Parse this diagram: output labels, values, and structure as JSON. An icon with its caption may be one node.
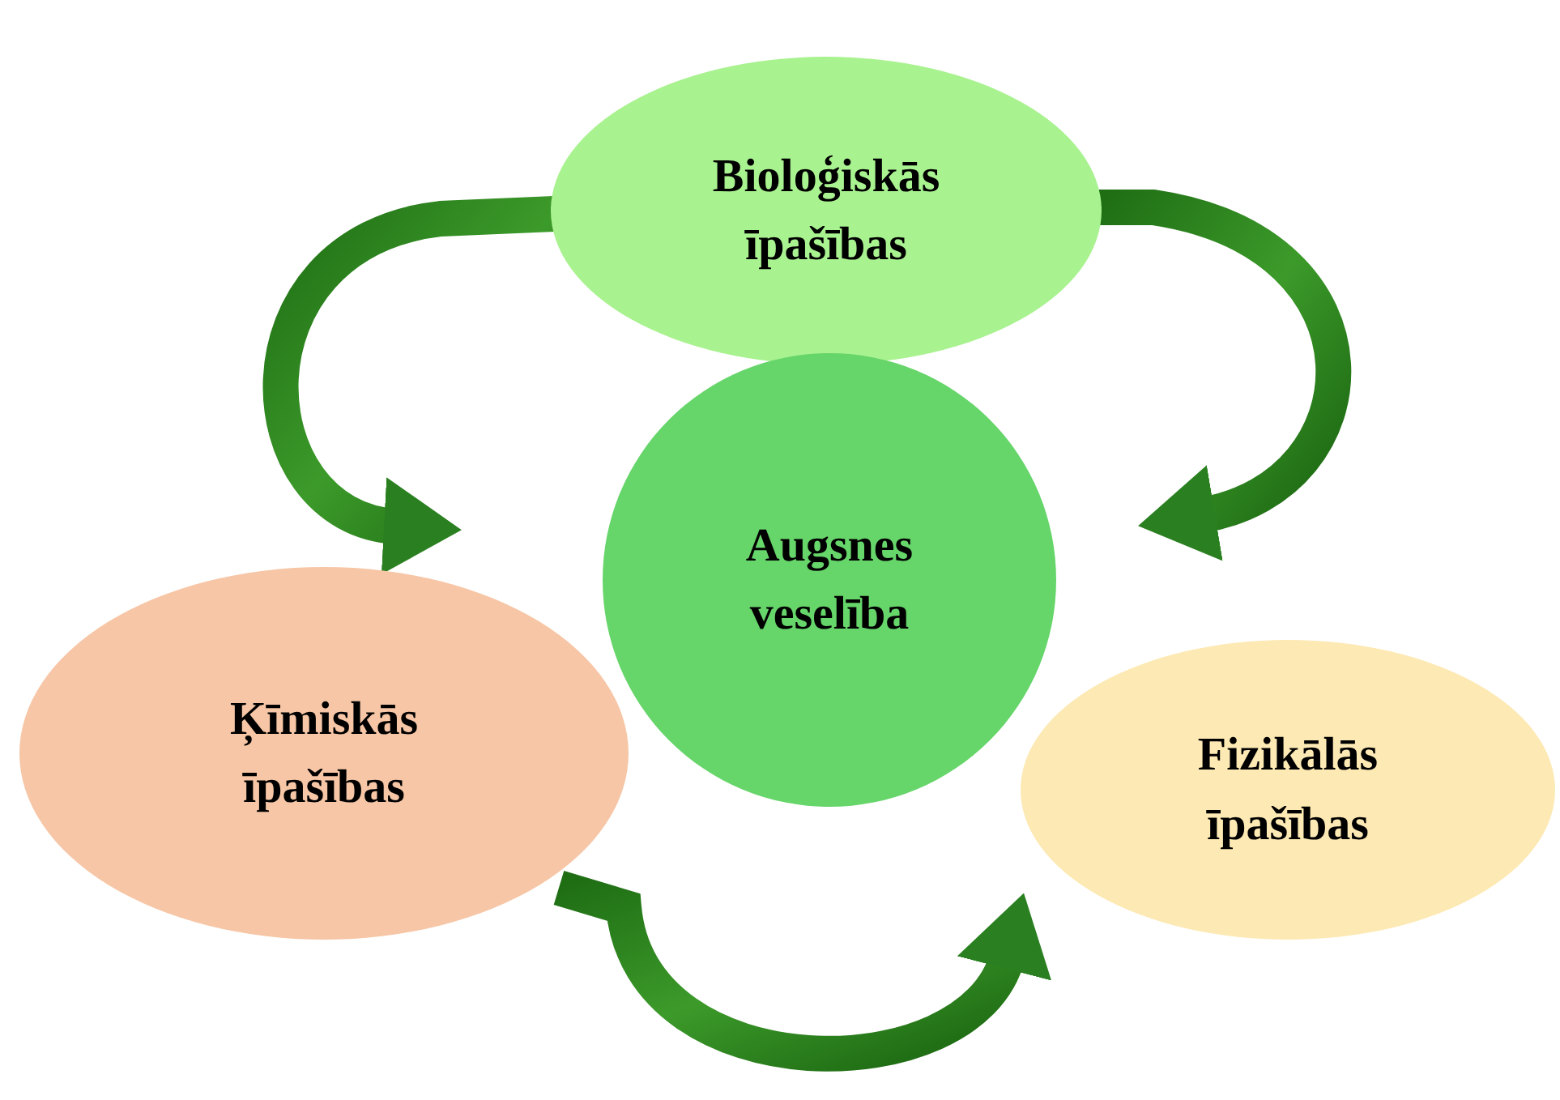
{
  "diagram": {
    "nodes": [
      {
        "text": [
          "Bioloģiskās īpašības"
        ]
      },
      {
        "text": [
          "Augsnes veselība"
        ]
      },
      {
        "text": [
          "Ķīmiskās īpašības"
        ]
      },
      {
        "text": [
          "Fizikālās īpašības"
        ]
      }
    ],
    "edges": [
      {
        "from": 0,
        "to": 2,
        "arrow": "to"
      },
      {
        "from": 0,
        "to": 3,
        "arrow": "to"
      },
      {
        "from": 2,
        "to": 3,
        "arrow": "to"
      }
    ]
  }
}
